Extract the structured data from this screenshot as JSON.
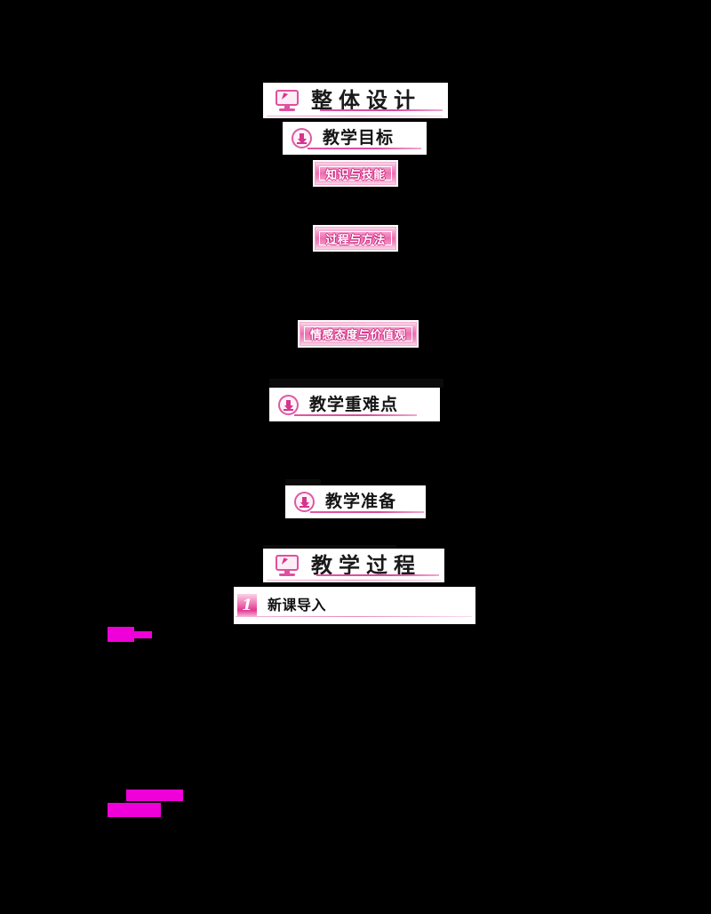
{
  "document": {
    "background_color": "#000000",
    "panel_color": "#ffffff",
    "accent_color": "#e0509f",
    "accent_dark": "#d1247f"
  },
  "sections": [
    {
      "id": "overall-design",
      "title": "整体设计",
      "icon": "monitor-icon",
      "style": "big"
    },
    {
      "id": "teaching-objectives",
      "title": "教学目标",
      "icon": "download-arrow-icon",
      "style": "mid"
    },
    {
      "id": "teaching-key-points",
      "title": "教学重难点",
      "icon": "download-arrow-icon",
      "style": "mid"
    },
    {
      "id": "teaching-preparation",
      "title": "教学准备",
      "icon": "download-arrow-icon",
      "style": "mid"
    },
    {
      "id": "teaching-process",
      "title": "教学过程",
      "icon": "monitor-icon",
      "style": "big"
    }
  ],
  "objective_badges": [
    {
      "id": "knowledge-skills",
      "label": "知识与技能"
    },
    {
      "id": "process-methods",
      "label": "过程与方法"
    },
    {
      "id": "attitude-values",
      "label": "情感态度与价值观"
    }
  ],
  "process_steps": [
    {
      "number": "1",
      "label": "新课导入"
    }
  ],
  "ghost_fragments": [
    {
      "id": "ghost-above-key-points",
      "text": ""
    },
    {
      "id": "ghost-above-preparation",
      "text": ""
    },
    {
      "id": "ghost-above-process",
      "text": ""
    }
  ],
  "highlight_marks": [
    {
      "id": "highlight-mark-upper",
      "color": "#ef00d8"
    },
    {
      "id": "highlight-mark-lower-1",
      "color": "#ef00d8"
    },
    {
      "id": "highlight-mark-lower-2",
      "color": "#ef00d8"
    }
  ]
}
